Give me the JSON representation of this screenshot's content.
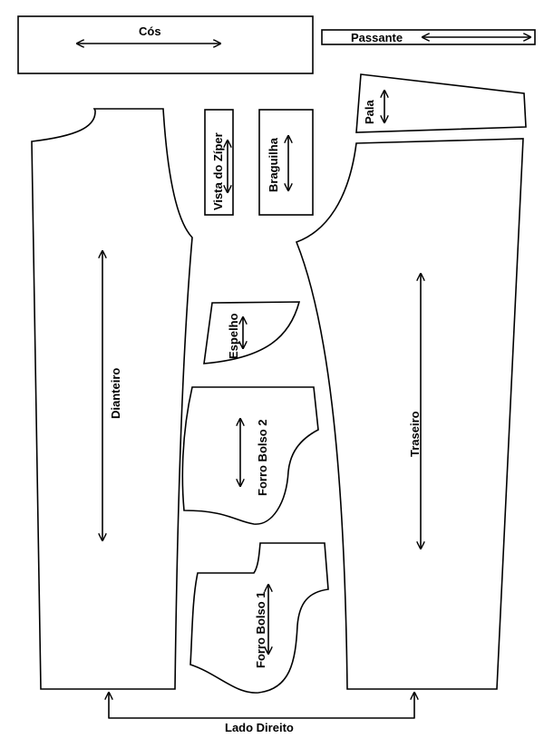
{
  "pieces": {
    "cos": "Cós",
    "passante": "Passante",
    "pala": "Pala",
    "vista_do_ziper": "Vista do Zíper",
    "braguilha": "Braguilha",
    "dianteiro": "Dianteiro",
    "traseiro": "Traseiro",
    "espelho": "Espelho",
    "forro_bolso_2": "Forro Bolso 2",
    "forro_bolso_1": "Forro Bolso 1"
  },
  "footer": {
    "lado": "Lado Direito"
  },
  "colors": {
    "stroke": "#000000",
    "fill": "#ffffff"
  }
}
